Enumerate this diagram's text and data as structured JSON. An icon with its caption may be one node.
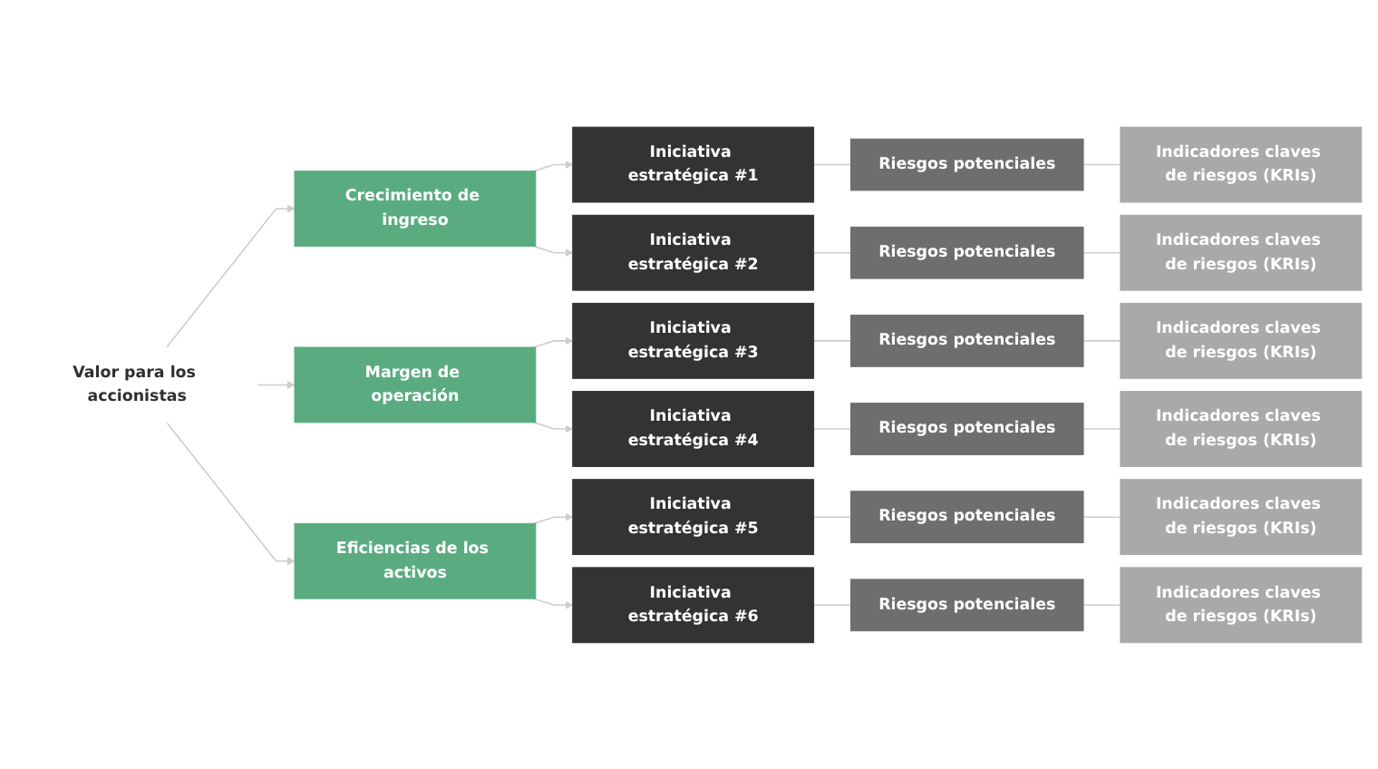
{
  "diagram": {
    "nodes": [
      {
        "text": [
          "Valor para los accionistas"
        ]
      },
      {
        "text": [
          "Crecimiento de ingreso"
        ]
      },
      {
        "text": [
          "Margen de operación"
        ]
      },
      {
        "text": [
          "Eficiencias de los activos"
        ]
      },
      {
        "text": [
          "Iniciativa estratégica #1"
        ]
      },
      {
        "text": [
          "Riesgos potenciales"
        ]
      },
      {
        "text": [
          "Indicadores claves de riesgos (KRIs)"
        ]
      },
      {
        "text": [
          "Iniciativa estratégica #2"
        ]
      },
      {
        "text": [
          "Riesgos potenciales"
        ]
      },
      {
        "text": [
          "Indicadores claves de riesgos (KRIs)"
        ]
      },
      {
        "text": [
          "Iniciativa estratégica #3"
        ]
      },
      {
        "text": [
          "Riesgos potenciales"
        ]
      },
      {
        "text": [
          "Indicadores claves de riesgos (KRIs)"
        ]
      },
      {
        "text": [
          "Iniciativa estratégica #4"
        ]
      },
      {
        "text": [
          "Riesgos potenciales"
        ]
      },
      {
        "text": [
          "Indicadores claves de riesgos (KRIs)"
        ]
      },
      {
        "text": [
          "Iniciativa estratégica #5"
        ]
      },
      {
        "text": [
          "Riesgos potenciales"
        ]
      },
      {
        "text": [
          "Indicadores claves de riesgos (KRIs)"
        ]
      },
      {
        "text": [
          "Iniciativa estratégica #6"
        ]
      },
      {
        "text": [
          "Riesgos potenciales"
        ]
      },
      {
        "text": [
          "Indicadores claves de riesgos (KRIs)"
        ]
      }
    ],
    "edges": [
      {
        "from": 0,
        "to": 1,
        "arrow": "to"
      },
      {
        "from": 0,
        "to": 2,
        "arrow": "to"
      },
      {
        "from": 0,
        "to": 3,
        "arrow": "to"
      },
      {
        "from": 1,
        "to": 4,
        "arrow": "to"
      },
      {
        "from": 1,
        "to": 7,
        "arrow": "to"
      },
      {
        "from": 2,
        "to": 10,
        "arrow": "to"
      },
      {
        "from": 2,
        "to": 13,
        "arrow": "to"
      },
      {
        "from": 3,
        "to": 16,
        "arrow": "to"
      },
      {
        "from": 3,
        "to": 19,
        "arrow": "to"
      },
      {
        "from": 4,
        "to": 5,
        "arrow": "none"
      },
      {
        "from": 5,
        "to": 6,
        "arrow": "none"
      },
      {
        "from": 7,
        "to": 8,
        "arrow": "none"
      },
      {
        "from": 8,
        "to": 9,
        "arrow": "none"
      },
      {
        "from": 10,
        "to": 11,
        "arrow": "none"
      },
      {
        "from": 11,
        "to": 12,
        "arrow": "none"
      },
      {
        "from": 13,
        "to": 14,
        "arrow": "none"
      },
      {
        "from": 14,
        "to": 15,
        "arrow": "none"
      },
      {
        "from": 16,
        "to": 17,
        "arrow": "none"
      },
      {
        "from": 17,
        "to": 18,
        "arrow": "none"
      },
      {
        "from": 19,
        "to": 20,
        "arrow": "none"
      },
      {
        "from": 20,
        "to": 21,
        "arrow": "none"
      }
    ]
  }
}
